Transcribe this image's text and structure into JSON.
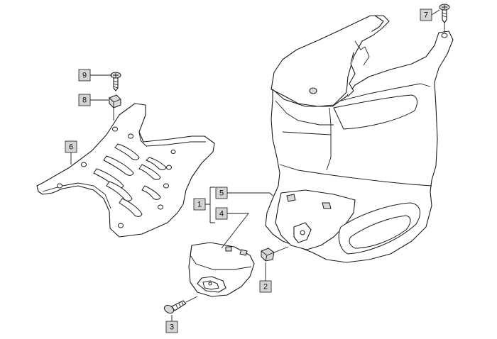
{
  "callouts": [
    {
      "id": "1",
      "label": "1"
    },
    {
      "id": "2",
      "label": "2"
    },
    {
      "id": "3",
      "label": "3"
    },
    {
      "id": "4",
      "label": "4"
    },
    {
      "id": "5",
      "label": "5"
    },
    {
      "id": "6",
      "label": "6"
    },
    {
      "id": "7",
      "label": "7"
    },
    {
      "id": "8",
      "label": "8"
    },
    {
      "id": "9",
      "label": "9"
    }
  ],
  "colors": {
    "callout_fill": "#d4d4d4",
    "line": "#1a1a1a",
    "background": "#ffffff"
  }
}
